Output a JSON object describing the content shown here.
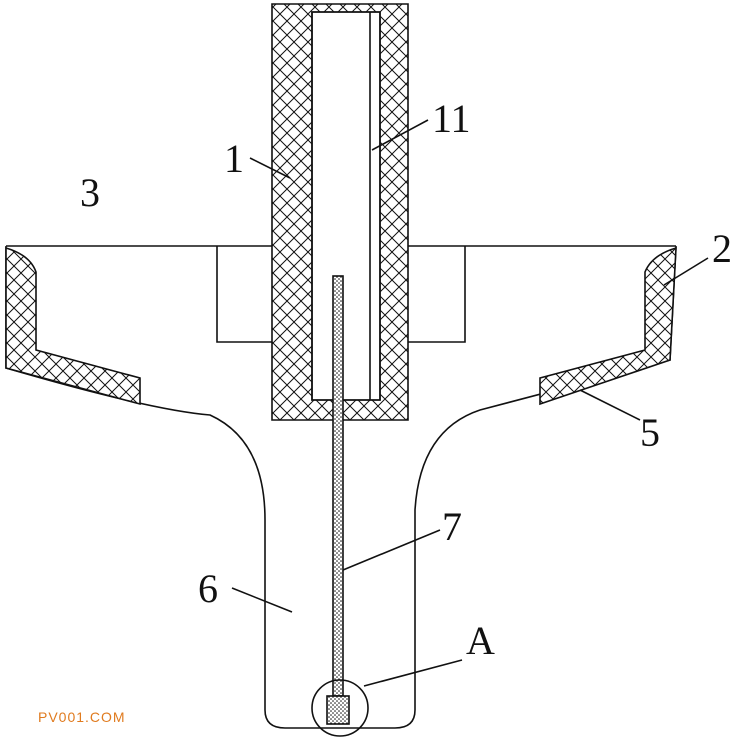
{
  "labels": {
    "l1": "1",
    "l11": "11",
    "l2": "2",
    "l3": "3",
    "l5": "5",
    "l6": "6",
    "l7": "7",
    "lA": "A"
  },
  "watermark": "PV001.COM",
  "colors": {
    "line": "#111111",
    "watermark": "#e07b1f"
  }
}
